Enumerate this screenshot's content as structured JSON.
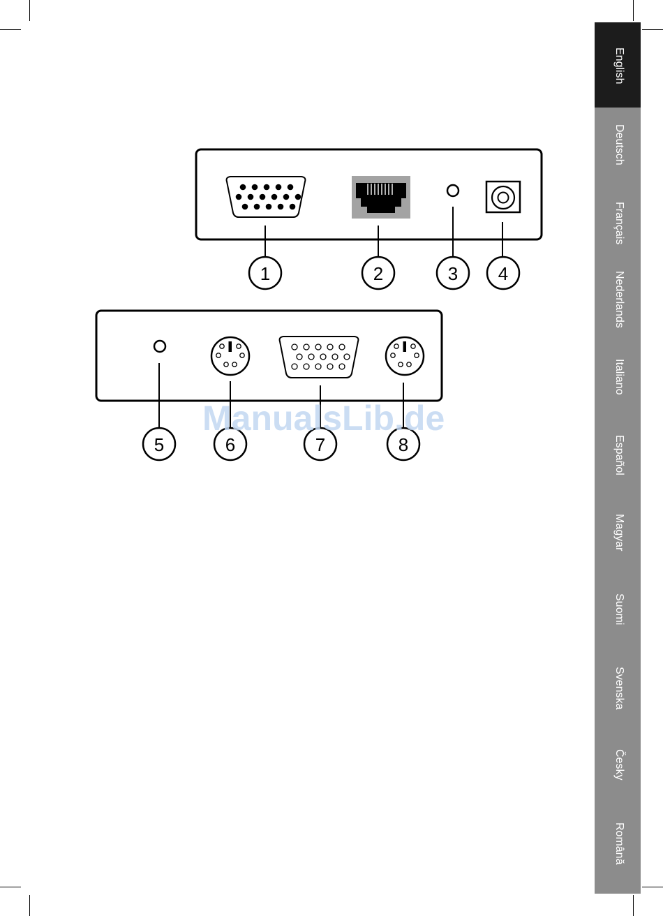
{
  "languages": [
    {
      "label": "English",
      "active": true
    },
    {
      "label": "Deutsch",
      "active": false
    },
    {
      "label": "Français",
      "active": false
    },
    {
      "label": "Nederlands",
      "active": false
    },
    {
      "label": "Italiano",
      "active": false
    },
    {
      "label": "Español",
      "active": false
    },
    {
      "label": "Magyar",
      "active": false
    },
    {
      "label": "Suomi",
      "active": false
    },
    {
      "label": "Svenska",
      "active": false
    },
    {
      "label": "Česky",
      "active": false
    },
    {
      "label": "Română",
      "active": false
    }
  ],
  "diagram": {
    "top_callouts": [
      "1",
      "2",
      "3",
      "4"
    ],
    "bottom_callouts": [
      "5",
      "6",
      "7",
      "8"
    ]
  },
  "watermark": "ManualsLib.de"
}
